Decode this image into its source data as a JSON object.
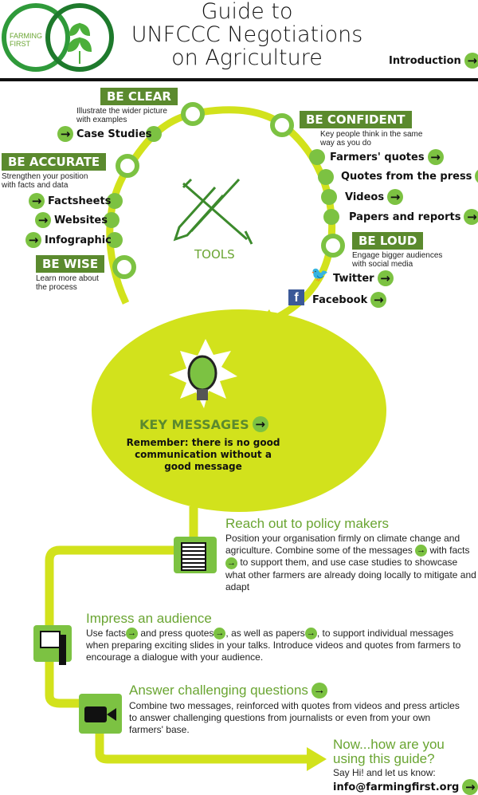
{
  "header": {
    "logo_text": "FARMING FIRST",
    "title_lines": [
      "Guide to",
      "UNFCCC Negotiations",
      "on Agriculture"
    ],
    "intro_link": "Introduction"
  },
  "tools": {
    "label": "TOOLS",
    "be_clear": {
      "tag": "BE CLEAR",
      "desc": "Illustrate the wider picture with examples",
      "links": [
        "Case Studies"
      ]
    },
    "be_confident": {
      "tag": "BE CONFIDENT",
      "desc": "Key people think in the same way as you do",
      "links": [
        "Farmers' quotes",
        "Quotes from the press",
        "Videos",
        "Papers and reports"
      ]
    },
    "be_accurate": {
      "tag": "BE ACCURATE",
      "desc": "Strengthen your position with facts and data",
      "links": [
        "Factsheets",
        "Websites",
        "Infographic"
      ]
    },
    "be_wise": {
      "tag": "BE WISE",
      "desc": "Learn more about the process"
    },
    "be_loud": {
      "tag": "BE LOUD",
      "desc": "Engage bigger audiences with social media",
      "links": [
        "Twitter",
        "Facebook"
      ]
    }
  },
  "key_messages": {
    "title": "KEY MESSAGES",
    "text": "Remember: there is no good communication without a good message"
  },
  "sections": [
    {
      "title": "Reach out to policy makers",
      "parts": [
        "Position your organisation firmly on climate change and agriculture. Combine some of the messages",
        "with facts",
        "to support them, and use case studies to showcase what other farmers are already doing locally to mitigate and adapt"
      ]
    },
    {
      "title": "Impress an audience",
      "parts": [
        "Use facts",
        "and press quotes",
        ", as well as papers",
        ", to support individual messages when preparing exciting slides in your talks. Introduce videos and quotes from farmers to encourage a dialogue with your audience."
      ]
    },
    {
      "title": "Answer challenging questions",
      "parts": [
        "Combine two messages, reinforced with quotes from videos and press articles to answer challenging questions from journalists or even from your own farmers' base."
      ]
    }
  ],
  "footer": {
    "question": "Now...how are you using this guide?",
    "say_hi": "Say Hi! and let us know:",
    "email": "info@farmingfirst.org"
  },
  "colors": {
    "dark_green": "#5b8a2e",
    "light_green": "#7cc242",
    "lime": "#d2e21c"
  }
}
